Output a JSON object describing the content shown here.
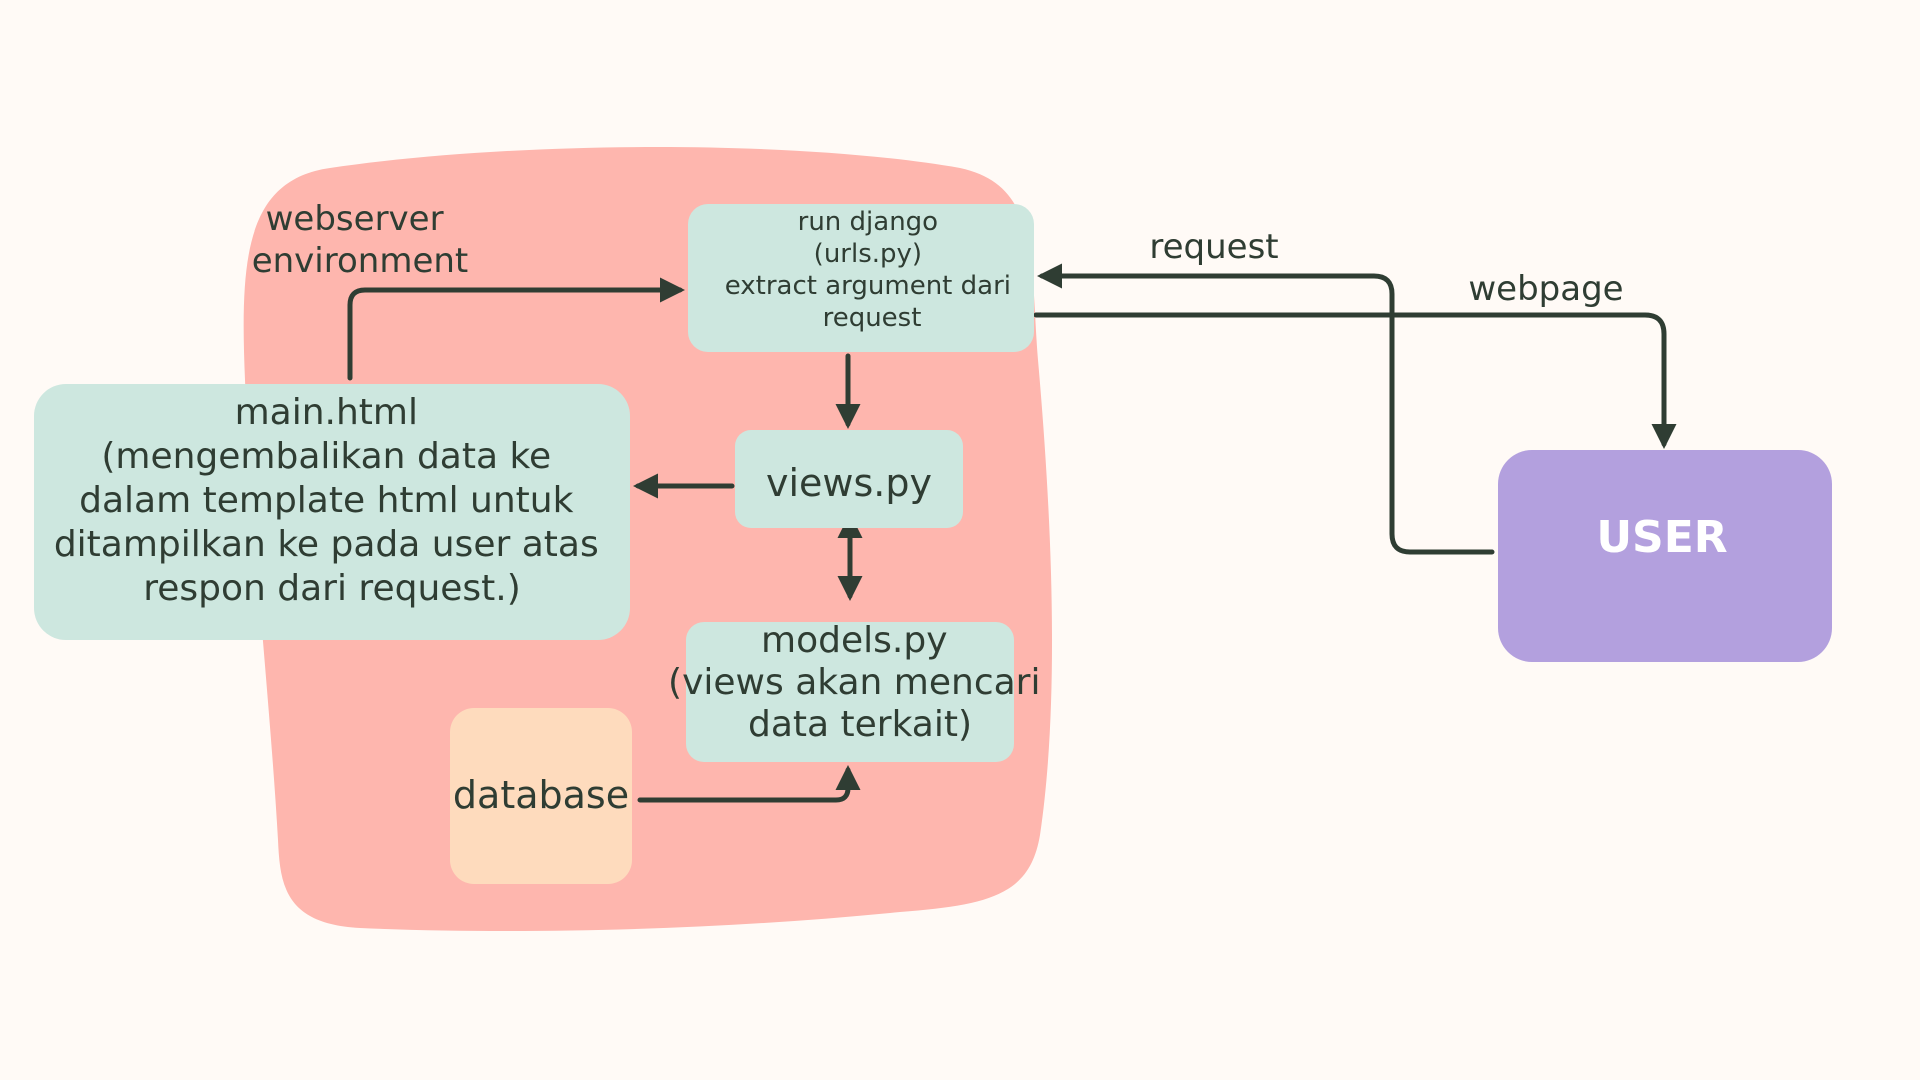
{
  "colors": {
    "background": "#fffaf6",
    "environment": "#feb6ae",
    "component": "#cde7df",
    "database": "#fedbbd",
    "user": "#b3a0de",
    "ink": "#2f3d33",
    "user_text": "#ffffff"
  },
  "environment": {
    "label_line1": "webserver",
    "label_line2": "environment"
  },
  "nodes": {
    "urls": {
      "line1": "run django",
      "line2": "(urls.py)",
      "line3": "extract argument dari",
      "line4": "request"
    },
    "views": {
      "line1": "views.py"
    },
    "models": {
      "line1": "models.py",
      "line2": "(views akan mencari",
      "line3": "data terkait)"
    },
    "main": {
      "line1": "main.html",
      "line2": "(mengembalikan data ke",
      "line3": "dalam template html untuk",
      "line4": "ditampilkan ke pada user atas",
      "line5": "respon dari request.)"
    },
    "database": {
      "line1": "database"
    },
    "user": {
      "line1": "USER"
    }
  },
  "edges": {
    "request_label": "request",
    "webpage_label": "webpage"
  }
}
